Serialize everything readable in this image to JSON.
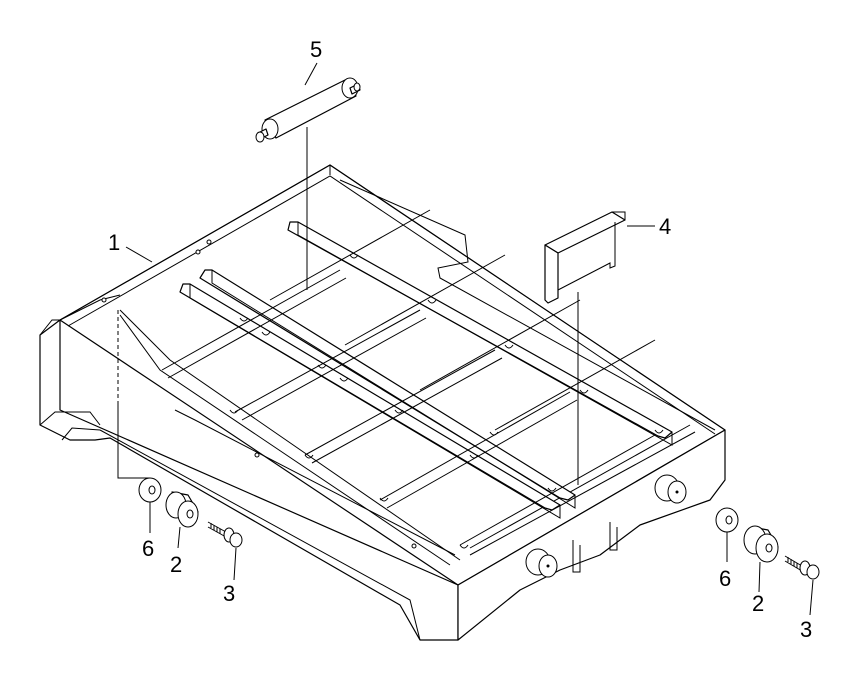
{
  "callouts": {
    "part1": "1",
    "part2_left": "2",
    "part2_right": "2",
    "part3_left": "3",
    "part3_right": "3",
    "part4": "4",
    "part5": "5",
    "part6_left": "6",
    "part6_right": "6"
  }
}
